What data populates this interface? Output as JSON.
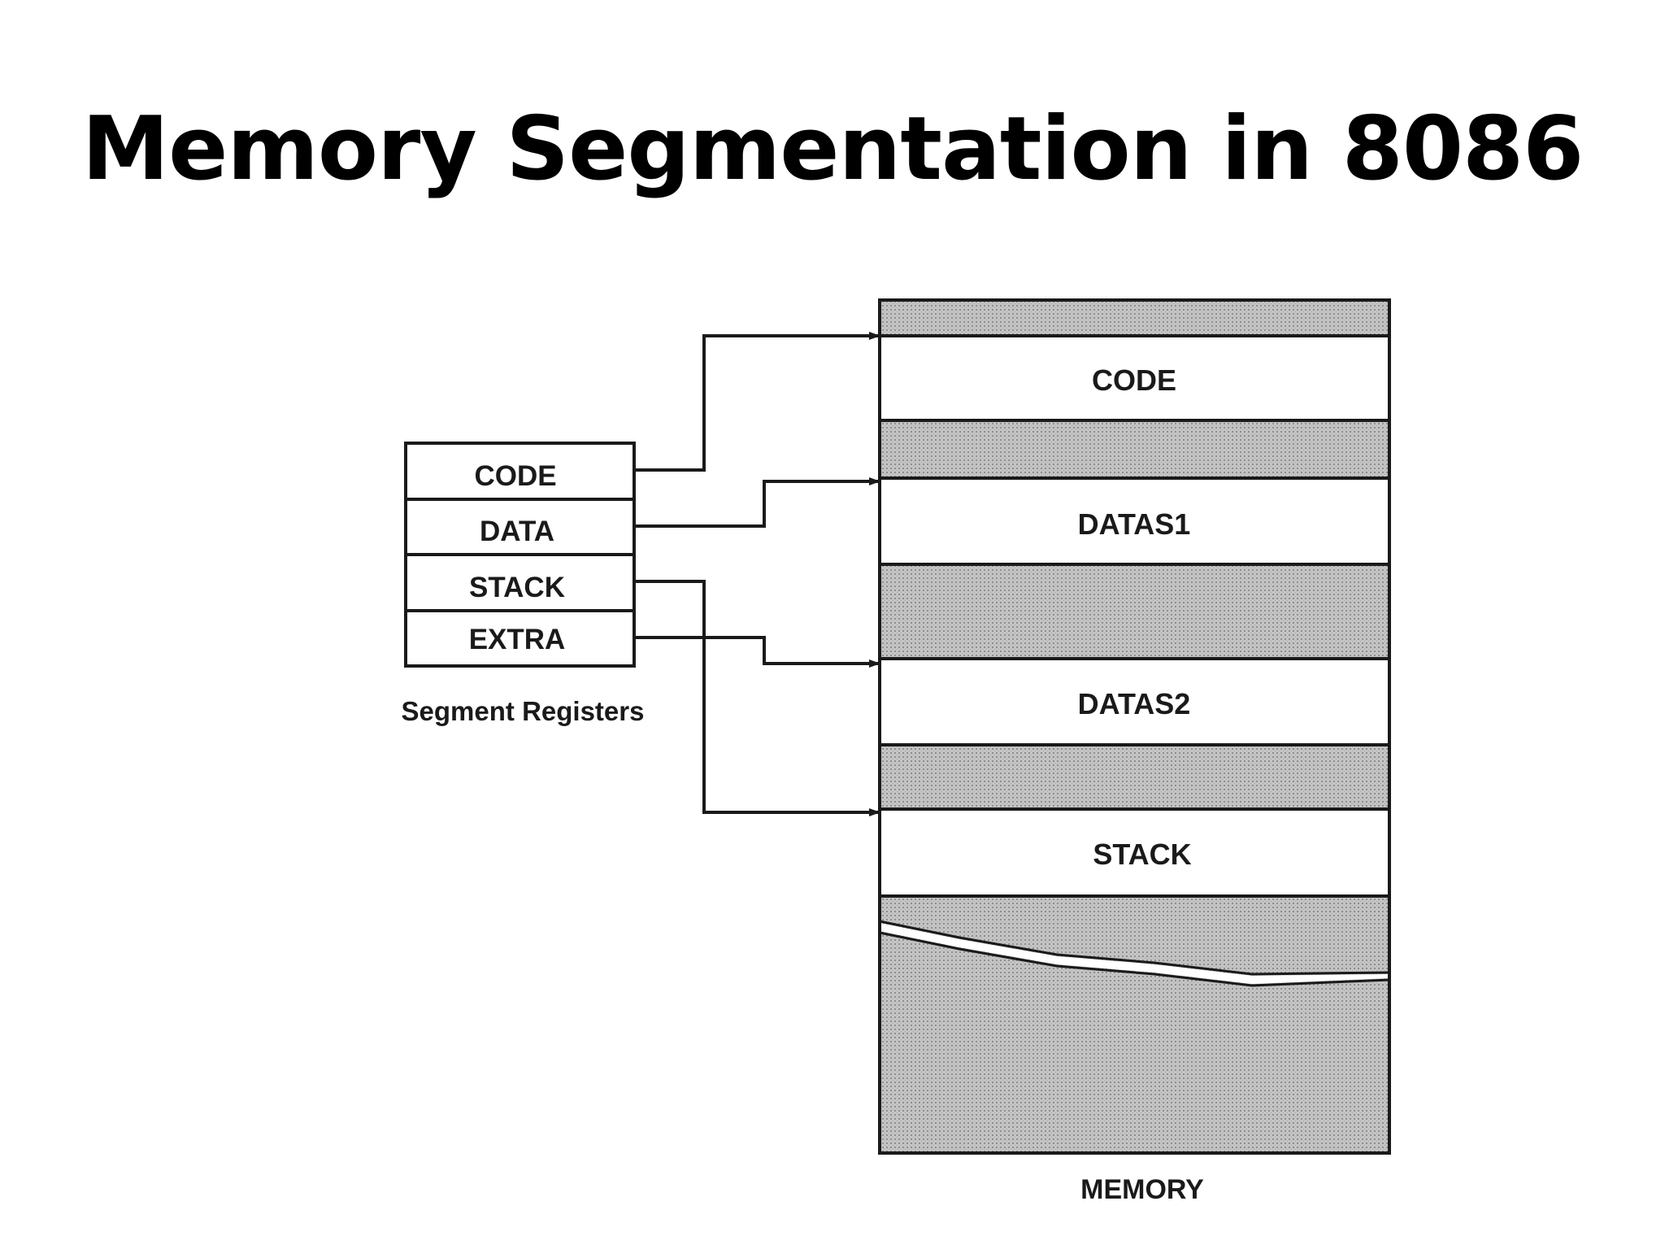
{
  "title": "Memory Segmentation in 8086",
  "registers": {
    "caption": "Segment Registers",
    "items": [
      "CODE",
      "DATA",
      "STACK",
      "EXTRA"
    ]
  },
  "memory": {
    "caption": "MEMORY",
    "segments": [
      "CODE",
      "DATAS1",
      "DATAS2",
      "STACK"
    ]
  },
  "colors": {
    "line": "#1a1a1a",
    "hatch": "#bdbdbd",
    "background": "#ffffff"
  }
}
